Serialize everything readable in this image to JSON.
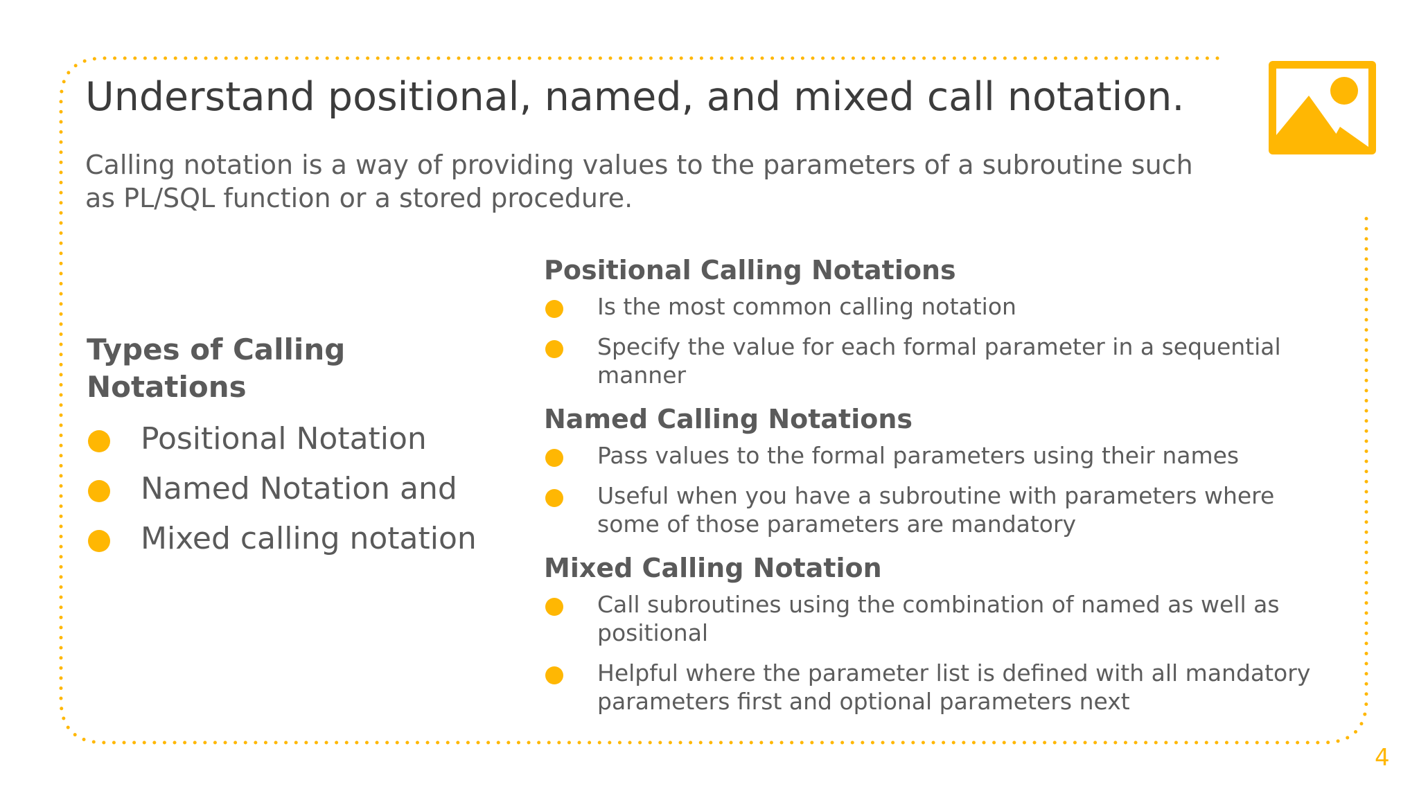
{
  "slide": {
    "title": "Understand positional, named, and mixed call notation.",
    "subtitle": "Calling notation is a way of providing values to the parameters of a subroutine such as PL/SQL function or a stored procedure.",
    "page_number": "4",
    "accent_color": "#FFB703",
    "icon": "image-placeholder-icon"
  },
  "types": {
    "heading": "Types of Calling Notations",
    "items": [
      "Positional Notation",
      "Named Notation and",
      "Mixed calling notation"
    ]
  },
  "sections": [
    {
      "heading": "Positional Calling Notations",
      "bullets": [
        "Is the most common calling notation",
        "Specify the value for each formal parameter in a sequential manner"
      ]
    },
    {
      "heading": "Named Calling Notations",
      "bullets": [
        "Pass values to the formal parameters using their names",
        "Useful when you have a subroutine with parameters where some of those parameters are mandatory"
      ]
    },
    {
      "heading": "Mixed Calling Notation",
      "bullets": [
        "Call subroutines using the combination of named as well as positional",
        "Helpful where the parameter list is defined with all mandatory parameters first and optional parameters next"
      ]
    }
  ]
}
